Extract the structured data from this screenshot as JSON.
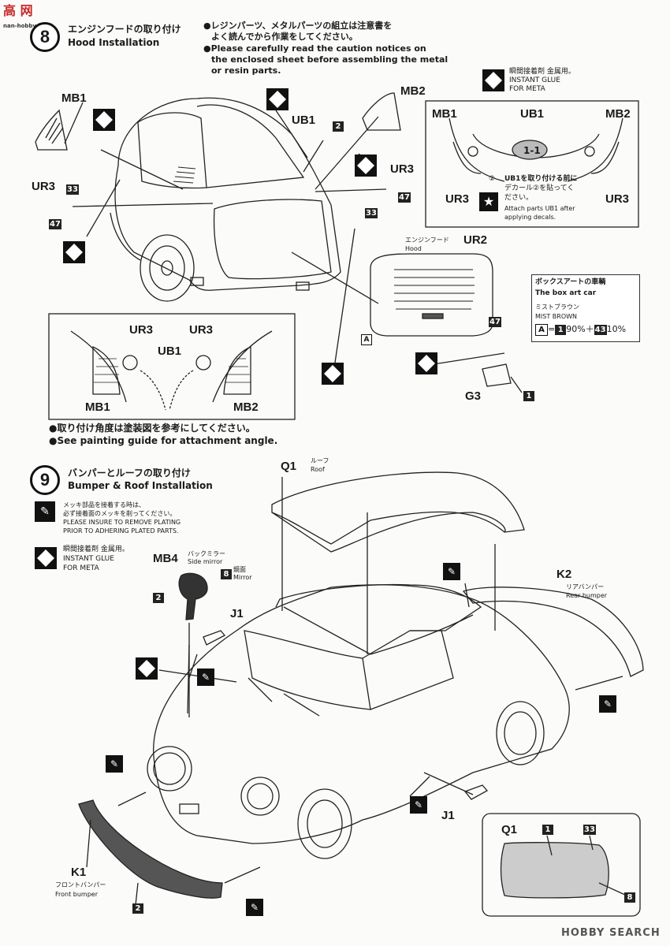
{
  "watermark_top": "高 网\nnan-hobby.com",
  "step8": {
    "number": "8",
    "title_jp": "エンジンフードの取り付け",
    "title_en": "Hood Installation",
    "caution_jp_1": "●レジンパーツ、メタルパーツの組立は注意書を",
    "caution_jp_2": "よく読んでから作業をしてください。",
    "caution_en_1": "●Please carefully read the caution notices on",
    "caution_en_2": "the enclosed sheet before assembling the metal",
    "caution_en_3": "or resin parts.",
    "glue_jp": "瞬間接着剤 金属用。",
    "glue_en_1": "INSTANT GLUE",
    "glue_en_2": "FOR META",
    "labels": {
      "mb1": "MB1",
      "mb2": "MB2",
      "ub1": "UB1",
      "ur3": "UR3",
      "ur2": "UR2",
      "g3": "G3",
      "a": "A"
    },
    "nums": {
      "n2": "2",
      "n33": "33",
      "n47": "47",
      "n1": "1"
    },
    "hood_jp": "エンジンフード",
    "hood_en": "Hood",
    "inset_note_jp_1": "UB1を取り付ける前に",
    "inset_note_jp_2": "デカール②を貼ってく",
    "inset_note_jp_3": "ださい。",
    "inset_note_en_1": "Attach parts UB1 after",
    "inset_note_en_2": "applying decals.",
    "decal_num": "②",
    "decal_label": "1-1",
    "box_art_jp": "ボックスアートの車輌",
    "box_art_en": "The box art car",
    "color_jp": "ミストブラウン",
    "color_en": "MIST BROWN",
    "formula_a": "A",
    "formula_eq": "=",
    "formula_n1": "1",
    "formula_p1": "90%＋",
    "formula_n2": "43",
    "formula_p2": "10%",
    "angle_jp": "●取り付け角度は塗装図を参考にしてください。",
    "angle_en": "●See painting guide for attachment angle."
  },
  "step9": {
    "number": "9",
    "title_jp": "バンパーとルーフの取り付け",
    "title_en": "Bumper & Roof Installation",
    "plating_jp_1": "メッキ部品を接着する時は、",
    "plating_jp_2": "必ず接着面のメッキを削ってください。",
    "plating_en_1": "PLEASE INSURE TO REMOVE PLATING",
    "plating_en_2": "PRIOR TO ADHERING PLATED PARTS.",
    "glue_jp": "瞬間接着剤 金属用。",
    "glue_en_1": "INSTANT GLUE",
    "glue_en_2": "FOR META",
    "labels": {
      "q1": "Q1",
      "mb4": "MB4",
      "j1": "J1",
      "k1": "K1",
      "k2": "K2"
    },
    "roof_jp": "ルーフ",
    "roof_en": "Roof",
    "mirror_jp": "バックミラー",
    "mirror_en": "Side mirror",
    "mirror_face_jp": "鏡面",
    "mirror_face_en": "Mirror",
    "rear_bumper_jp": "リアバンパー",
    "rear_bumper_en": "Rear bumper",
    "front_bumper_jp": "フロントバンパー",
    "front_bumper_en": "Front bumper",
    "nums": {
      "n2": "2",
      "n8": "8",
      "n1": "1",
      "n33": "33"
    }
  },
  "footer_watermark": "HOBBY SEARCH"
}
